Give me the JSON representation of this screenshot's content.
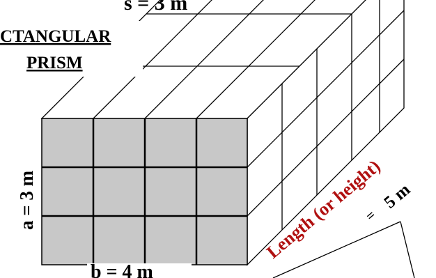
{
  "diagram": {
    "title_line1": "CTANGULAR",
    "title_line2": "PRISM",
    "top_label": "s = 3 m",
    "left_label": "a = 3 m",
    "bottom_label": "b = 4 m",
    "length_label": "Length (or height)",
    "equals_sign": "=",
    "length_value": "5 m",
    "colors": {
      "front_fill": "#c8c8c8",
      "lines": "#000000",
      "length_label": "#b01010"
    }
  }
}
